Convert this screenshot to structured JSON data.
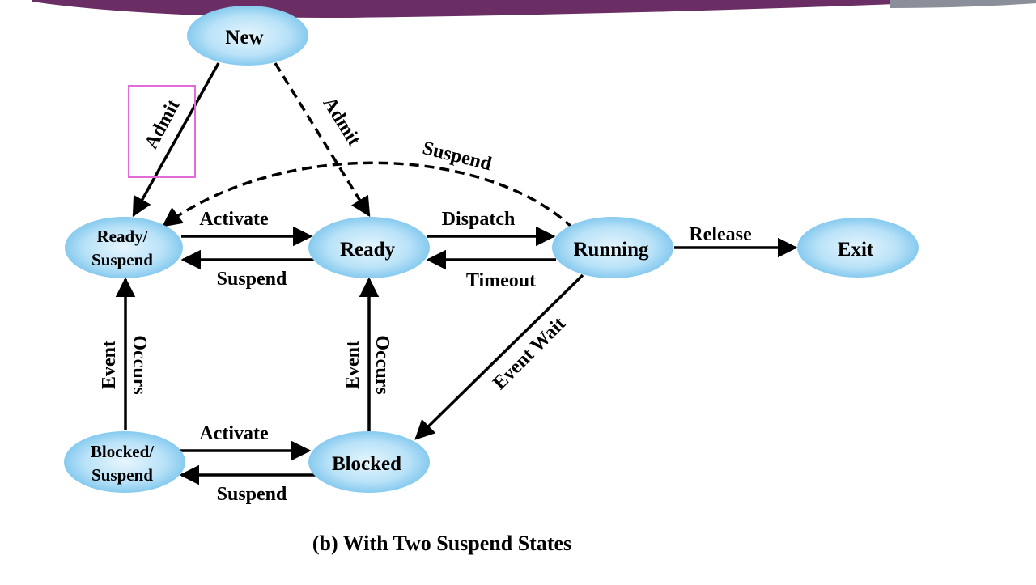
{
  "banner": {
    "color": "#6a2d64"
  },
  "colors": {
    "node_light": "#e6f5fd",
    "node_dark": "#69bce9",
    "arrow": "#000000",
    "highlight": "#e26ad9"
  },
  "states": {
    "new": "New",
    "ready_suspend_line1": "Ready/",
    "ready_suspend_line2": "Suspend",
    "ready": "Ready",
    "running": "Running",
    "exit": "Exit",
    "blocked_suspend_line1": "Blocked/",
    "blocked_suspend_line2": "Suspend",
    "blocked": "Blocked"
  },
  "transitions": {
    "admit_to_ready_suspend": "Admit",
    "admit_to_ready": "Admit",
    "suspend_running": "Suspend",
    "activate_ready": "Activate",
    "suspend_ready": "Suspend",
    "dispatch": "Dispatch",
    "timeout": "Timeout",
    "release": "Release",
    "event_wait": "Event Wait",
    "event_occurs_left_1": "Event",
    "event_occurs_left_2": "Occurs",
    "event_occurs_mid_1": "Event",
    "event_occurs_mid_2": "Occurs",
    "activate_blocked": "Activate",
    "suspend_blocked": "Suspend"
  },
  "caption": "(b) With Two Suspend States"
}
